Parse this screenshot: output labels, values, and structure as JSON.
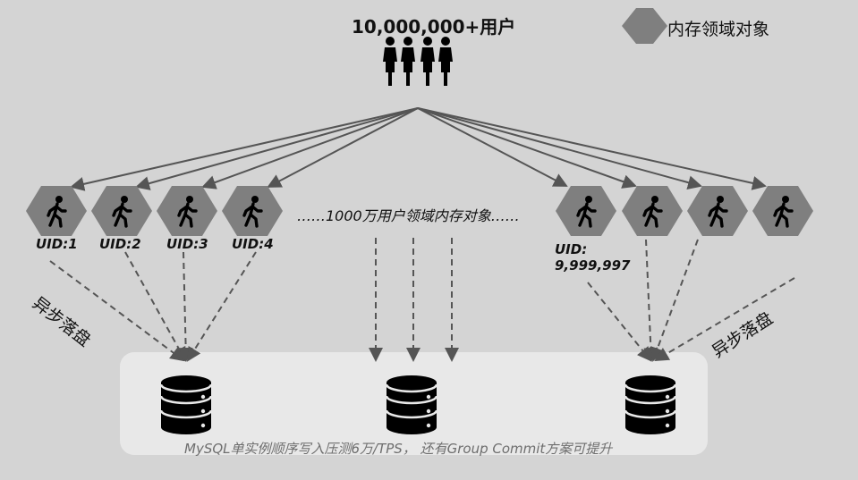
{
  "title": "10,000,000+用户",
  "legend": {
    "label": "内存领域对象",
    "icon": "hexagon-icon",
    "color": "#7f7f7f"
  },
  "uid_labels": [
    "UID:1",
    "UID:2",
    "UID:3",
    "UID:4"
  ],
  "uid_last": {
    "line1": "UID:",
    "line2": "9,999,997"
  },
  "middle_text": "……1000万用户领域内存对象……",
  "async_left": "异步落盘",
  "async_right": "异步落盘",
  "footer_text": "MySQL单实例顺序写入压测6万/TPS， 还有Group Commit方案可提升",
  "colors": {
    "background": "#d4d4d4",
    "hexagon": "#7f7f7f",
    "storage_panel": "#e8e8e8",
    "line": "#555555"
  }
}
